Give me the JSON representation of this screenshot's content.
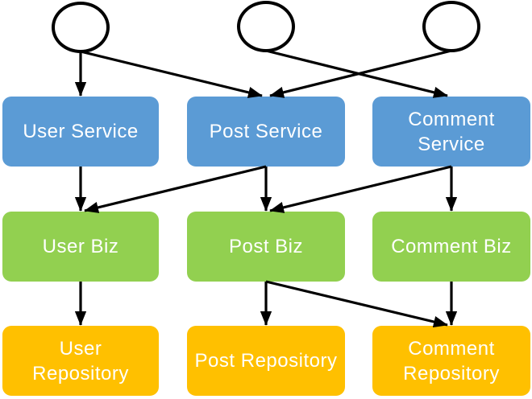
{
  "diagram": {
    "actors": [
      {
        "id": "actor1"
      },
      {
        "id": "actor2"
      },
      {
        "id": "actor3"
      }
    ],
    "nodes": [
      {
        "id": "user_service",
        "label": "User Service",
        "layer": "service"
      },
      {
        "id": "post_service",
        "label": "Post Service",
        "layer": "service"
      },
      {
        "id": "comment_service",
        "label": "Comment\nService",
        "layer": "service"
      },
      {
        "id": "user_biz",
        "label": "User Biz",
        "layer": "biz"
      },
      {
        "id": "post_biz",
        "label": "Post Biz",
        "layer": "biz"
      },
      {
        "id": "comment_biz",
        "label": "Comment Biz",
        "layer": "biz"
      },
      {
        "id": "user_repository",
        "label": "User\nRepository",
        "layer": "repository"
      },
      {
        "id": "post_repository",
        "label": "Post Repository",
        "layer": "repository"
      },
      {
        "id": "comment_repository",
        "label": "Comment\nRepository",
        "layer": "repository"
      }
    ],
    "layer_colors": {
      "service": "#5B9BD5",
      "biz": "#92D050",
      "repository": "#FFC000"
    },
    "text_color": "#FFFFFF",
    "arrow_color": "#000000",
    "actor_outline_color": "#000000",
    "edges": [
      {
        "from": "actor1",
        "to": "user_service"
      },
      {
        "from": "actor1",
        "to": "post_service"
      },
      {
        "from": "actor2",
        "to": "comment_service"
      },
      {
        "from": "actor3",
        "to": "post_service"
      },
      {
        "from": "user_service",
        "to": "user_biz"
      },
      {
        "from": "post_service",
        "to": "user_biz"
      },
      {
        "from": "post_service",
        "to": "post_biz"
      },
      {
        "from": "comment_service",
        "to": "post_biz"
      },
      {
        "from": "comment_service",
        "to": "comment_biz"
      },
      {
        "from": "user_biz",
        "to": "user_repository"
      },
      {
        "from": "post_biz",
        "to": "post_repository"
      },
      {
        "from": "post_biz",
        "to": "comment_repository"
      },
      {
        "from": "comment_biz",
        "to": "comment_repository"
      }
    ]
  }
}
